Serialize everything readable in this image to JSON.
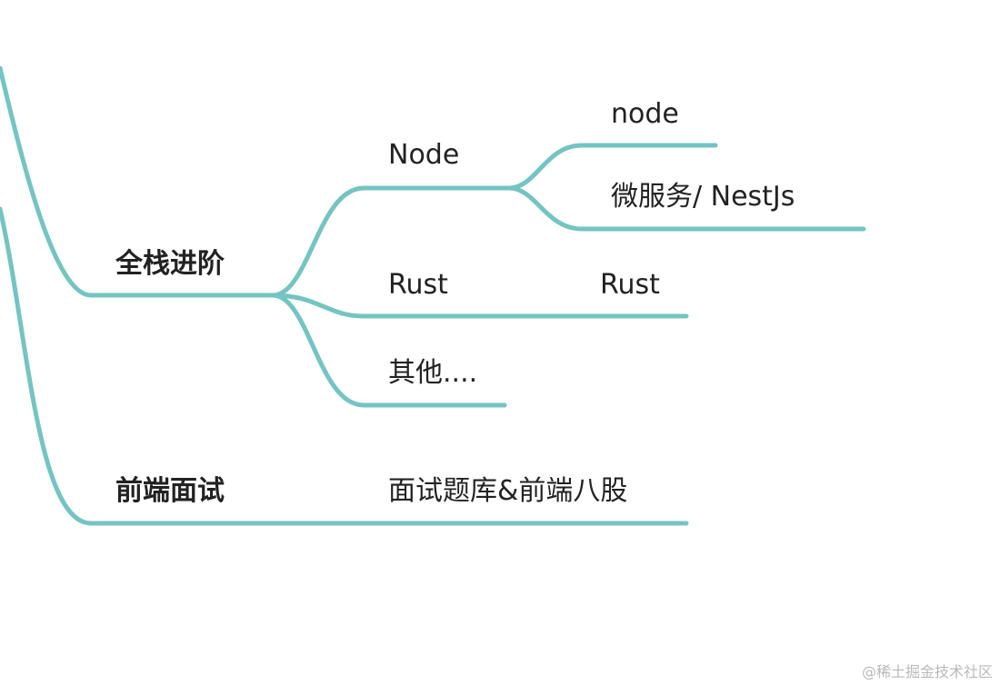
{
  "mindmap": {
    "line_color": "#74c4c2",
    "text_color": "#222222",
    "branches": [
      {
        "label": "全栈进阶",
        "children": [
          {
            "label": "Node",
            "children": [
              {
                "label": "node"
              },
              {
                "label": "微服务/ NestJs"
              }
            ]
          },
          {
            "label": "Rust",
            "children": [
              {
                "label": "Rust"
              }
            ]
          },
          {
            "label": "其他...."
          }
        ]
      },
      {
        "label": "前端面试",
        "children": [
          {
            "label": "面试题库&前端八股"
          }
        ]
      }
    ]
  },
  "watermark": "@稀土掘金技术社区"
}
